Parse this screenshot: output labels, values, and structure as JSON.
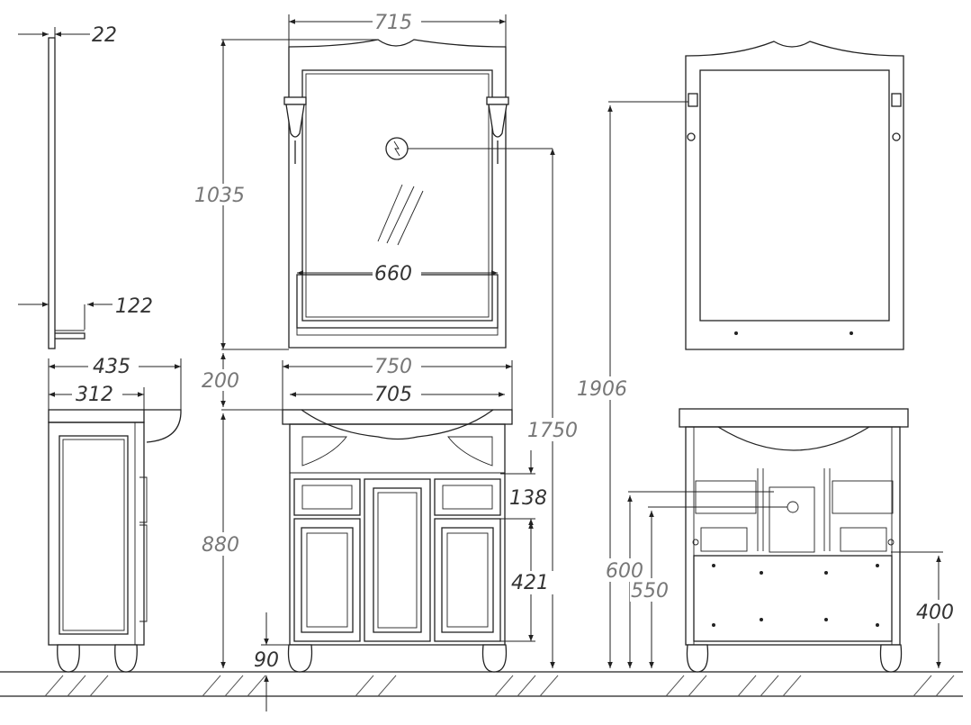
{
  "drawing": {
    "dimensions": {
      "mirror_depth": "22",
      "shelf_depth": "122",
      "cabinet_depth_top": "435",
      "cabinet_depth_body": "312",
      "mirror_width": "715",
      "mirror_height": "1035",
      "mirror_glass_width": "660",
      "gap_to_mirror": "200",
      "top_width": "750",
      "cabinet_width": "705",
      "total_height_lamp": "1750",
      "cabinet_height": "880",
      "drawer_height": "138",
      "door_height": "421",
      "leg_height": "90",
      "total_height_back": "1906",
      "connection_height_1": "600",
      "connection_height_2": "550",
      "connection_height_3": "400"
    },
    "symbols": {
      "electric_outlet": "electric-outlet-icon"
    }
  }
}
